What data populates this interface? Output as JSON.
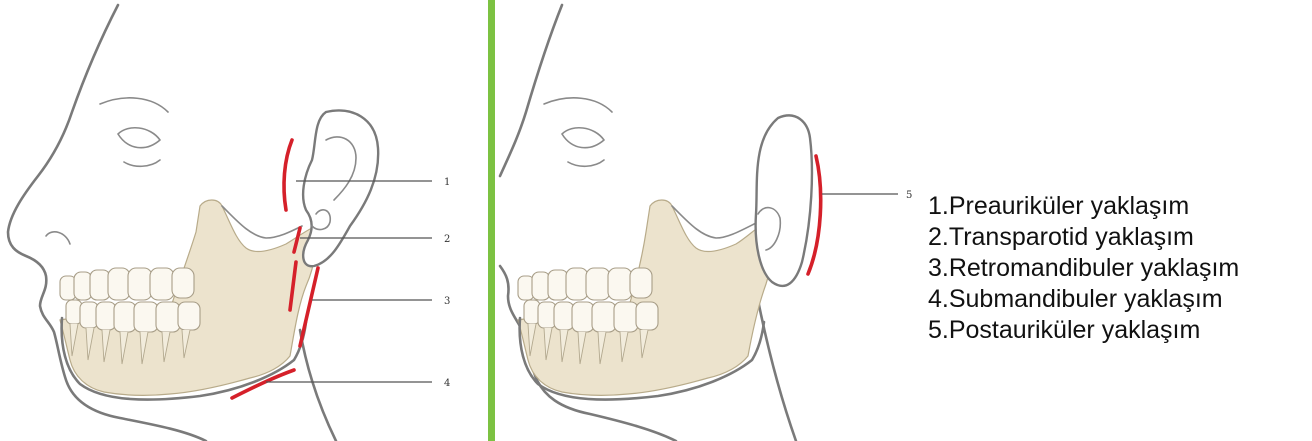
{
  "colors": {
    "divider": "#7cc242",
    "incision": "#d5202a",
    "bone": "#ece3cd",
    "outline": "#7a7a7a"
  },
  "left_panel": {
    "labels": [
      "1",
      "2",
      "3",
      "4"
    ]
  },
  "right_panel": {
    "labels": [
      "5"
    ]
  },
  "legend": {
    "items": [
      "1.Preauriküler yaklaşım",
      "2.Transparotid yaklaşım",
      "3.Retromandibuler yaklaşım",
      "4.Submandibuler yaklaşım",
      "5.Postauriküler yaklaşım"
    ]
  }
}
